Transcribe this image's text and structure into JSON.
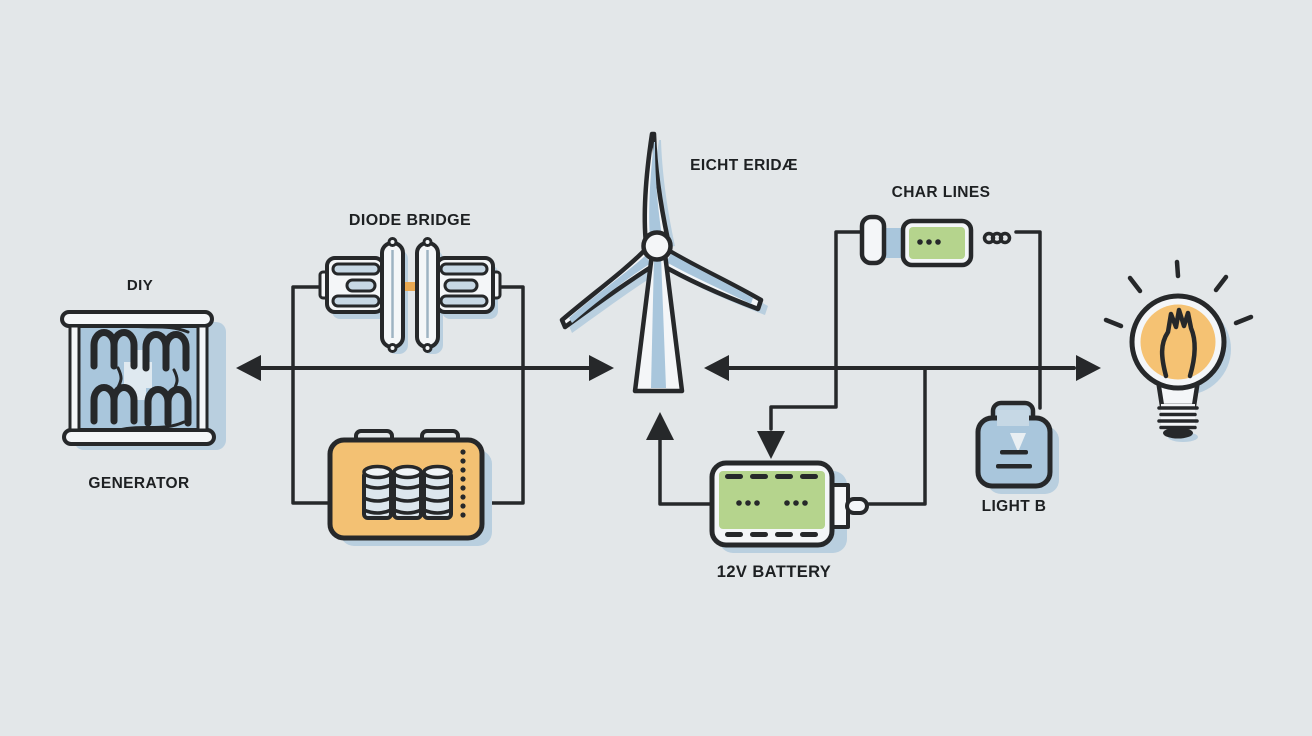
{
  "diagram_title": "",
  "nodes": {
    "generator": {
      "title": "DIY",
      "caption": "GENERATOR"
    },
    "diode_bridge": {
      "label": "DIODE BRIDGE"
    },
    "turbine": {
      "label": "EICHT ERIDÆ"
    },
    "charge_controller": {
      "label": "CHAR LINES"
    },
    "battery": {
      "label": "12V BATTERY"
    },
    "light_switch": {
      "label": "LIGHT B"
    }
  },
  "colors": {
    "background": "#e3e7e9",
    "outline": "#26282a",
    "blue": "#a9c6dc",
    "shadow_blue": "#b9cfdf",
    "green": "#b5d48d",
    "orange": "#f3c173",
    "bulb_orange": "#f5c273",
    "text": "#1d2022"
  }
}
